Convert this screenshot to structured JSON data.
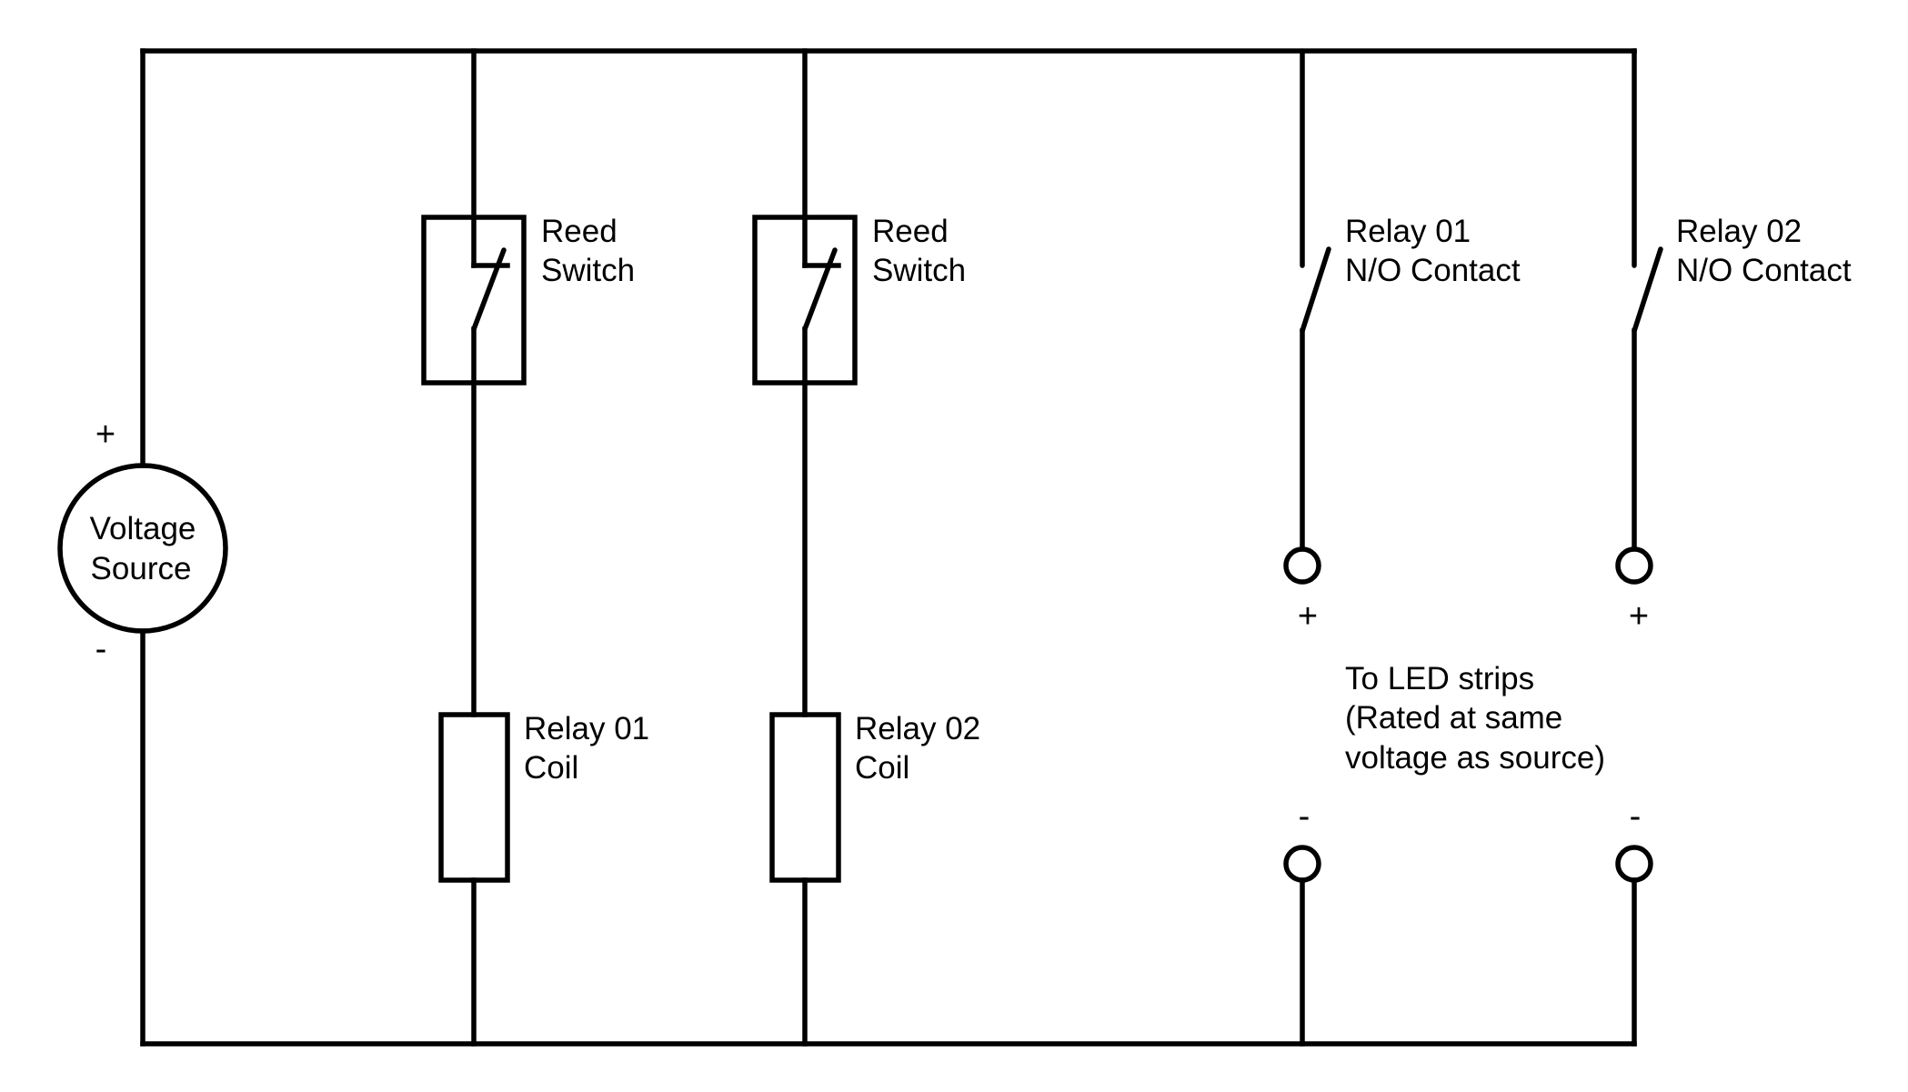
{
  "diagram": {
    "type": "circuit-schematic",
    "line_color": "#000000",
    "background": "#ffffff",
    "source": {
      "label_lines": [
        "Voltage",
        "Source"
      ],
      "positive": "+",
      "negative": "-"
    },
    "reed_switches": [
      {
        "label_lines": [
          "Reed",
          "Switch"
        ]
      },
      {
        "label_lines": [
          "Reed",
          "Switch"
        ]
      }
    ],
    "relay_coils": [
      {
        "label_lines": [
          "Relay 01",
          "Coil"
        ]
      },
      {
        "label_lines": [
          "Relay 02",
          "Coil"
        ]
      }
    ],
    "relay_contacts": [
      {
        "label_lines": [
          "Relay 01",
          "N/O Contact"
        ]
      },
      {
        "label_lines": [
          "Relay 02",
          "N/O Contact"
        ]
      }
    ],
    "led_outputs": [
      {
        "positive": "+",
        "negative": "-"
      },
      {
        "positive": "+",
        "negative": "-"
      }
    ],
    "led_note_lines": [
      "To LED strips",
      "(Rated at same",
      "voltage as source)"
    ],
    "connections": [
      "Voltage Source + -> top rail",
      "top rail -> Reed Switch 1 -> Relay 01 Coil -> bottom rail",
      "top rail -> Reed Switch 2 -> Relay 02 Coil -> bottom rail",
      "top rail -> Relay 01 N/O Contact -> LED strip 1 (+/-) -> bottom rail",
      "top rail -> Relay 02 N/O Contact -> LED strip 2 (+/-) -> bottom rail",
      "bottom rail -> Voltage Source -"
    ]
  }
}
